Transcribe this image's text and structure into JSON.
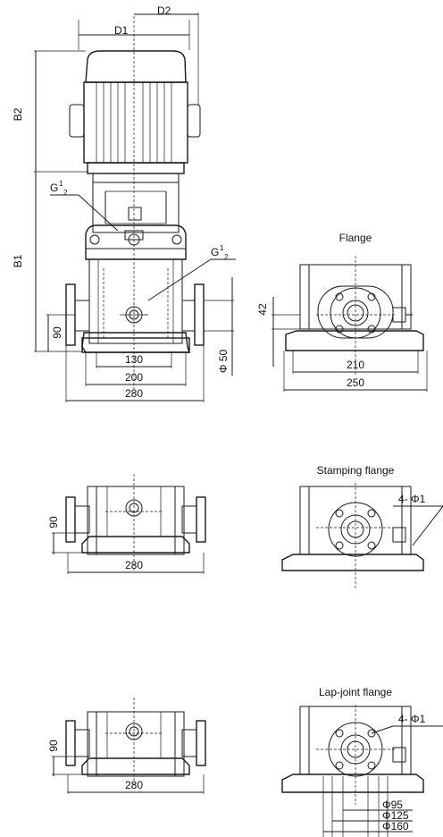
{
  "top": {
    "d1": "D1",
    "d2": "D2",
    "b1": "B1",
    "b2": "B2",
    "g_upper_main": "G",
    "g_lower_main": "G",
    "frac_num": "1",
    "frac_den": "2",
    "dim_90": "90",
    "dim_130": "130",
    "dim_200": "200",
    "dim_280": "280",
    "dim_phi50": "Φ 50"
  },
  "flange": {
    "caption": "Flange",
    "dim_42": "42",
    "dim_210": "210",
    "dim_250": "250"
  },
  "stamping": {
    "caption": "Stamping flange",
    "bolt_note": "4- Φ1",
    "dim_90": "90",
    "dim_280": "280"
  },
  "lapjoint": {
    "caption": "Lap-joint flange",
    "bolt_note": "4- Φ1",
    "dim_90": "90",
    "dim_280": "280",
    "dim_phi95": "Φ95",
    "dim_phi125": "Φ125",
    "dim_phi160": "Φ160"
  }
}
